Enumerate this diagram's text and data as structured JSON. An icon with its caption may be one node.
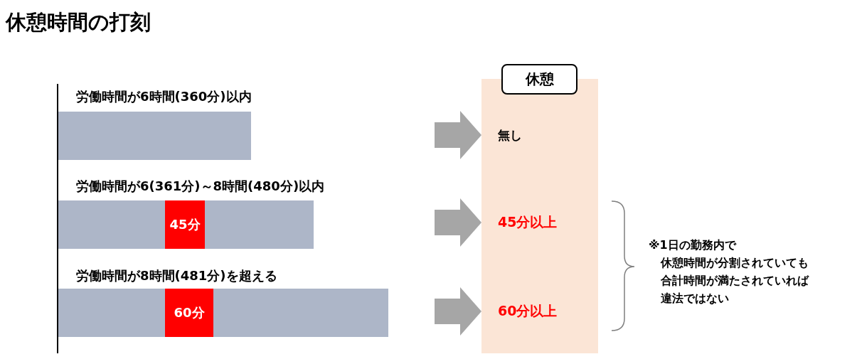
{
  "diagram": {
    "title": "休憩時間の打刻",
    "nodes": [
      {
        "text": [
          "労働時間が6時間(360分)以内"
        ]
      },
      {
        "text": [
          "労働時間が6(361分)～8時間(480分)以内"
        ]
      },
      {
        "text": [
          "45分"
        ],
        "in": 1
      },
      {
        "text": [
          "労働時間が8時間(481分)を超える"
        ]
      },
      {
        "text": [
          "60分"
        ],
        "in": 3
      },
      {
        "text": [],
        "shape": "box"
      },
      {
        "text": [
          "休憩"
        ]
      },
      {
        "text": [
          "無し"
        ],
        "in": 5
      },
      {
        "text": [
          "45分以上"
        ],
        "in": 5
      },
      {
        "text": [
          "60分以上"
        ],
        "in": 5
      }
    ],
    "edges": [
      {
        "from": null,
        "to": 7,
        "arrow": "to"
      },
      {
        "from": null,
        "to": 8,
        "arrow": "to"
      },
      {
        "from": null,
        "to": 9,
        "arrow": "to"
      }
    ],
    "labels": [
      "※1日の勤務内で",
      "休憩時間が分割されていても合計時間が満たされていれば違法ではない"
    ]
  }
}
